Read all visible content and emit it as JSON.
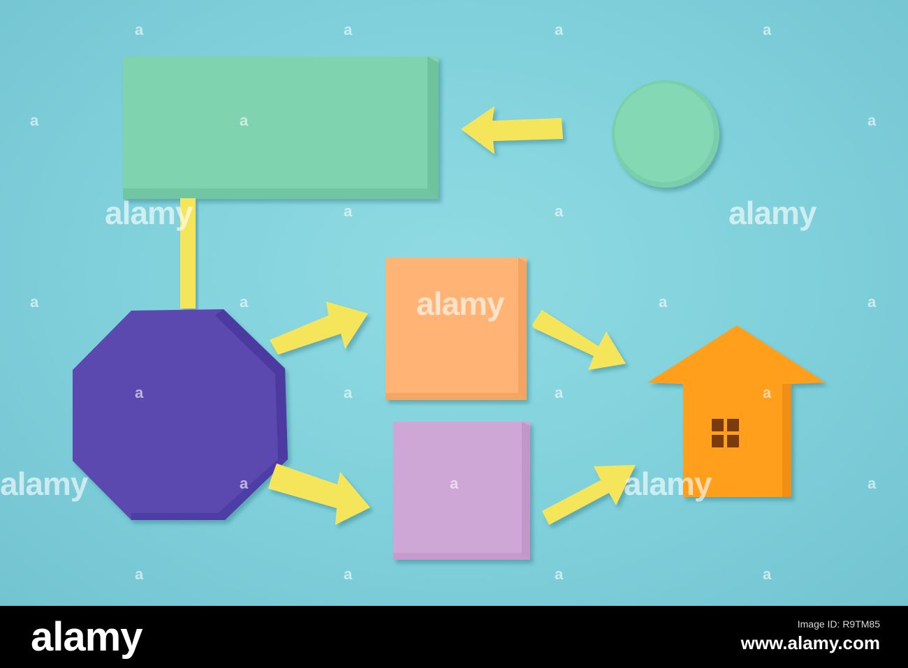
{
  "watermark": {
    "word": "alamy",
    "glyph": "a"
  },
  "footer": {
    "logo": "alamy",
    "caption": "Image ID: R9TM85",
    "url": "www.alamy.com"
  },
  "colors": {
    "background": "#80d1dc",
    "green_shape": "#7fd3ae",
    "yellow_arrow": "#f5e55a",
    "purple_octagon": "#5b49b0",
    "orange_square": "#ffb375",
    "lilac_square": "#cfa7d6",
    "house": "#ff9f1f"
  },
  "shapes": [
    {
      "name": "green-rectangle-card"
    },
    {
      "name": "green-circle"
    },
    {
      "name": "purple-octagon"
    },
    {
      "name": "orange-square"
    },
    {
      "name": "lilac-square"
    },
    {
      "name": "orange-house"
    }
  ]
}
